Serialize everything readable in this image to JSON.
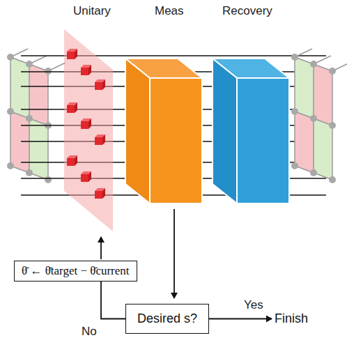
{
  "diagram": {
    "nodes": [
      {
        "text": [
          "θ̄ ← θ̄target − θ̄current"
        ]
      },
      {
        "text": [
          "Desired s?"
        ]
      },
      {
        "text": [
          "Finish"
        ]
      }
    ],
    "edges": [
      {
        "from": 1,
        "to": 2,
        "arrow": "to",
        "label": "Yes"
      },
      {
        "from": 1,
        "to": 0,
        "arrow": "none",
        "label": "No"
      }
    ],
    "labels": [
      "Unitary",
      "Meas",
      "Recovery"
    ]
  }
}
